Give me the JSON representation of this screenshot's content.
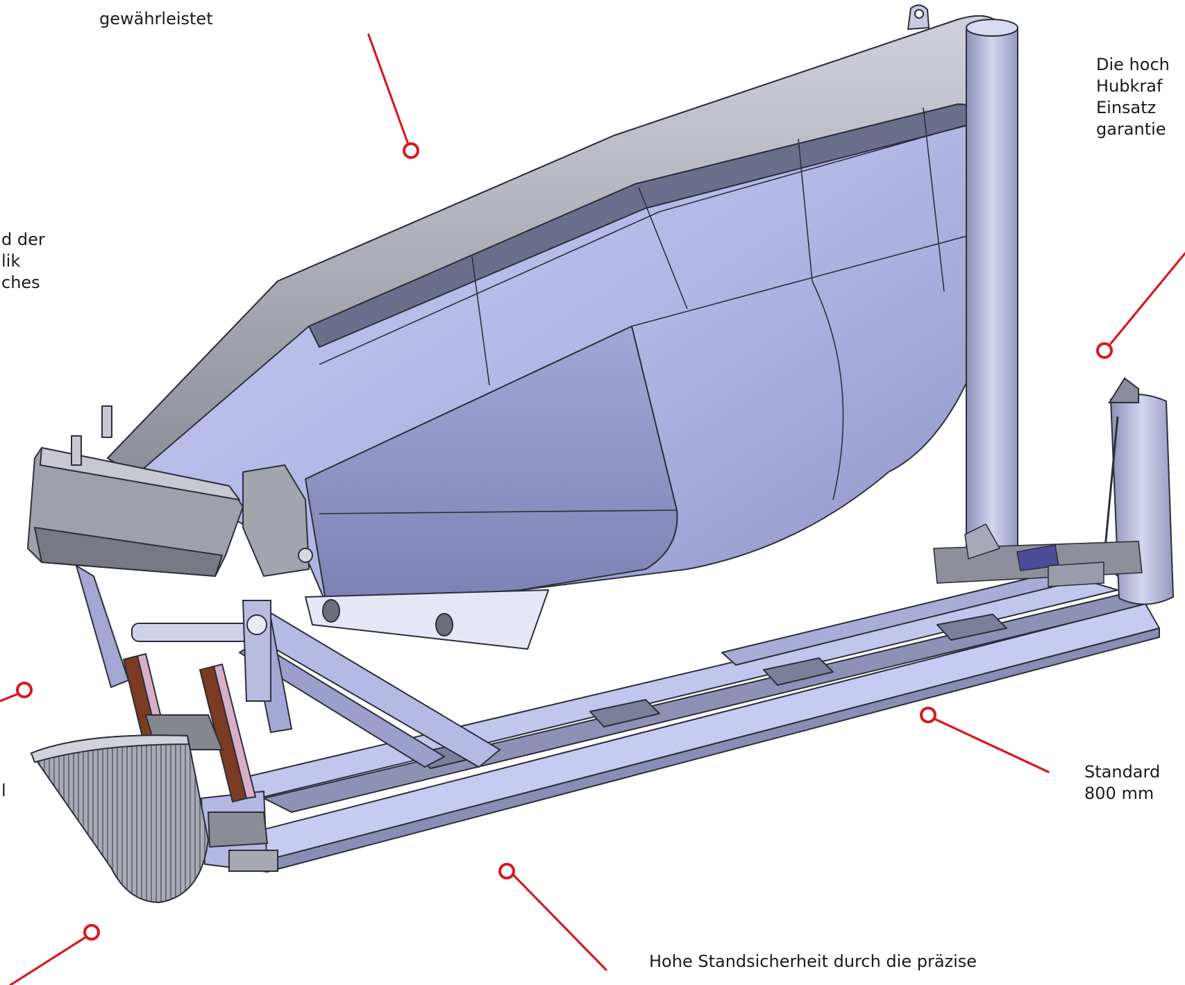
{
  "colors": {
    "callout": "#d7191f",
    "steel": "#b9bde8",
    "steel_light": "#d9dcf6",
    "steel_dark": "#7f82a6",
    "metal_grey": "#8d8f99",
    "edge": "#2d2e3a",
    "wood": "#7a3b22"
  },
  "captions": {
    "top_left": "gewährleistet",
    "top_right": "Die hoch\nHubkraf\nEinsatz \ngarantie",
    "left_middle": "d der\nlik\nches",
    "left_lower": "l",
    "right_lower": "Standard\n800 mm",
    "bottom": "Hohe Standsicherheit durch die präzise"
  },
  "icons": [
    "callout-marker"
  ]
}
